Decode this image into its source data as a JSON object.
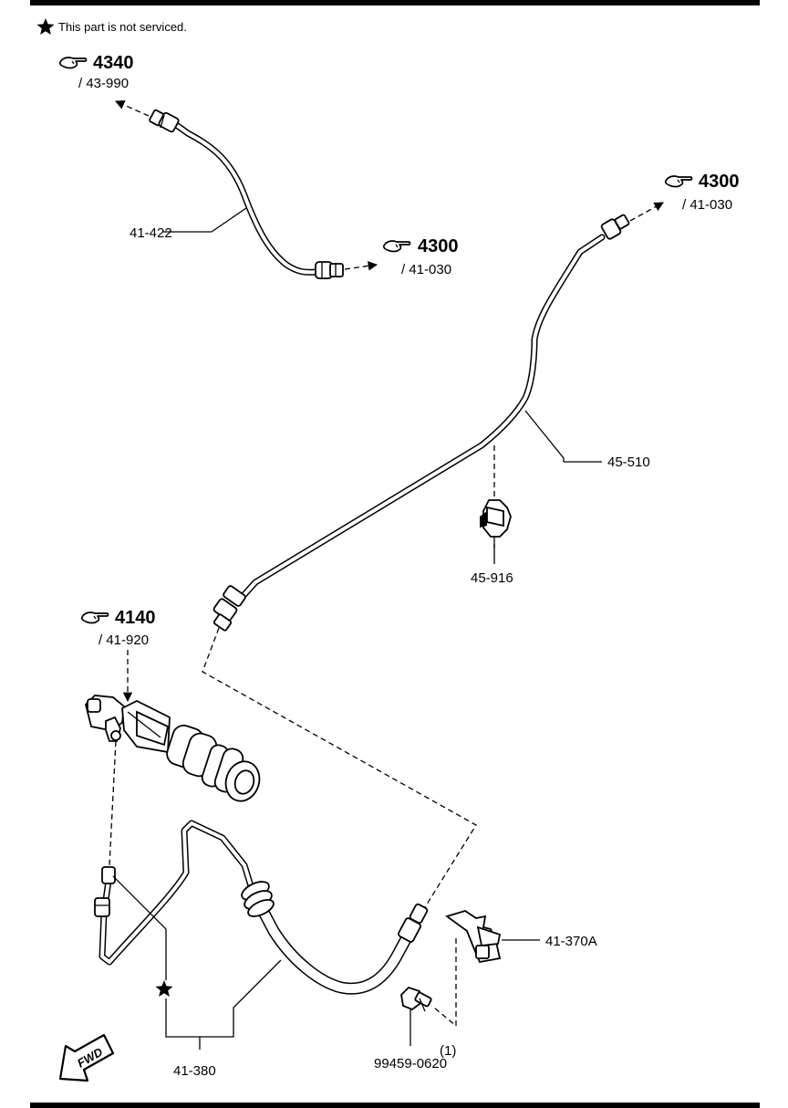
{
  "header": {
    "note_text": "This part is not serviced.",
    "note_icon": "star-icon"
  },
  "references": {
    "ref_4340": {
      "number": "4340",
      "sub": "/ 43-990",
      "icon": "pointing-hand-icon"
    },
    "ref_4300_a": {
      "number": "4300",
      "sub": "/ 41-030",
      "icon": "pointing-hand-icon"
    },
    "ref_4300_b": {
      "number": "4300",
      "sub": "/ 41-030",
      "icon": "pointing-hand-icon"
    },
    "ref_4140": {
      "number": "4140",
      "sub": "/ 41-920",
      "icon": "pointing-hand-icon"
    }
  },
  "parts": {
    "p41422": "41-422",
    "p45510": "45-510",
    "p45916": "45-916",
    "p41370a": "41-370A",
    "p41380": "41-380",
    "p99459": "99459-0620",
    "p99459_qty": "(1)"
  },
  "fwd_label": "FWD",
  "colors": {
    "line": "#000000",
    "background": "#ffffff"
  }
}
